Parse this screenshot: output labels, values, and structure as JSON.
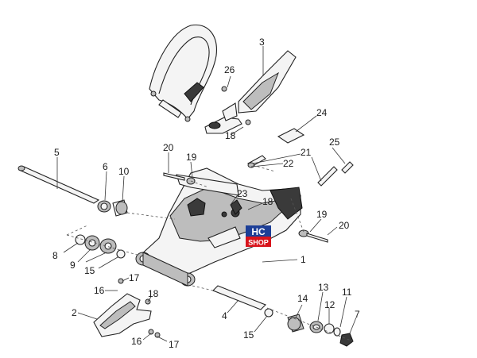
{
  "labels": [
    {
      "id": "1",
      "text": "1"
    },
    {
      "id": "2",
      "text": "2"
    },
    {
      "id": "3",
      "text": "3"
    },
    {
      "id": "4",
      "text": "4"
    },
    {
      "id": "5",
      "text": "5"
    },
    {
      "id": "6",
      "text": "6"
    },
    {
      "id": "7",
      "text": "7"
    },
    {
      "id": "8",
      "text": "8"
    },
    {
      "id": "9",
      "text": "9"
    },
    {
      "id": "10",
      "text": "10"
    },
    {
      "id": "11",
      "text": "11"
    },
    {
      "id": "12",
      "text": "12"
    },
    {
      "id": "13",
      "text": "13"
    },
    {
      "id": "14",
      "text": "14"
    },
    {
      "id": "15a",
      "text": "15"
    },
    {
      "id": "15b",
      "text": "15"
    },
    {
      "id": "16a",
      "text": "16"
    },
    {
      "id": "16b",
      "text": "16"
    },
    {
      "id": "17a",
      "text": "17"
    },
    {
      "id": "17b",
      "text": "17"
    },
    {
      "id": "18a",
      "text": "18"
    },
    {
      "id": "18b",
      "text": "18"
    },
    {
      "id": "18c",
      "text": "18"
    },
    {
      "id": "19a",
      "text": "19"
    },
    {
      "id": "19b",
      "text": "19"
    },
    {
      "id": "20a",
      "text": "20"
    },
    {
      "id": "20b",
      "text": "20"
    },
    {
      "id": "21",
      "text": "21"
    },
    {
      "id": "22",
      "text": "22"
    },
    {
      "id": "23",
      "text": "23"
    },
    {
      "id": "24",
      "text": "24"
    },
    {
      "id": "25",
      "text": "25"
    },
    {
      "id": "26",
      "text": "26"
    }
  ],
  "logo": {
    "line1": "HC",
    "line2": "SHOP"
  },
  "colors": {
    "logo_red": "#d8141c",
    "logo_blue": "#1d3f97",
    "ink": "#1a1a1a"
  }
}
